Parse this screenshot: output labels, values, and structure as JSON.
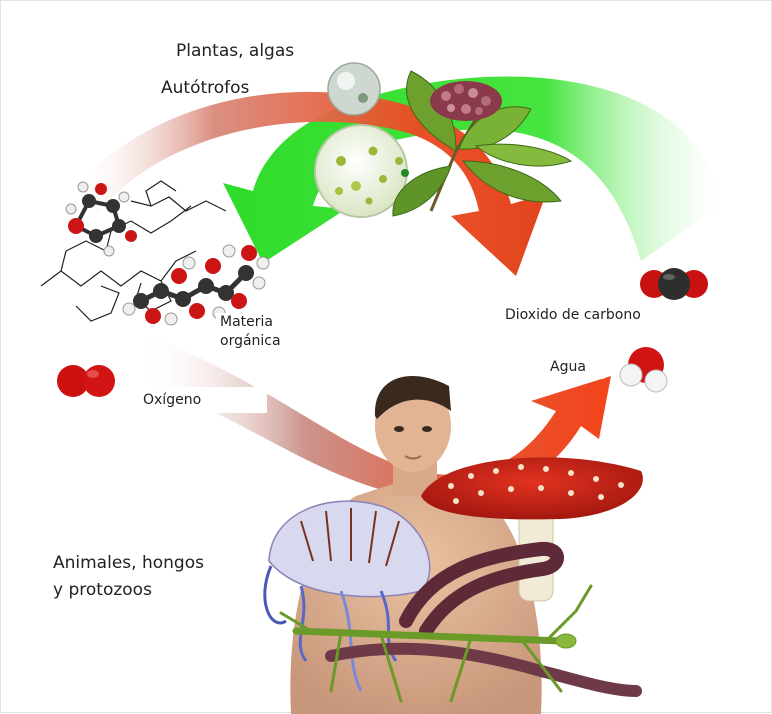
{
  "labels": {
    "producers_line1": "Plantas, algas",
    "producers_line2": "Autótrofos",
    "organic_matter": "Materia\norgánica",
    "oxygen": "Oxígeno",
    "carbon_dioxide": "Dioxido de carbono",
    "water": "Agua",
    "consumers_line1": "Animales, hongos",
    "consumers_line2": "y protozoos"
  },
  "colors": {
    "green_arrow": "#3fe03a",
    "red_arrow": "#ee3d1d",
    "oxygen_molecule": "#cc1010",
    "carbon_atom": "#333333",
    "oxygen_atom": "#d11515",
    "hydrogen_atom": "#f2f2f2"
  },
  "icons": [
    "plant-cells-icon",
    "leaf-branch-icon",
    "glucose-molecule-icon",
    "oxygen-molecule-icon",
    "co2-molecule-icon",
    "water-molecule-icon",
    "human-figure-icon",
    "mushroom-icon",
    "jellyfish-icon",
    "worm-icon",
    "mantis-icon"
  ]
}
